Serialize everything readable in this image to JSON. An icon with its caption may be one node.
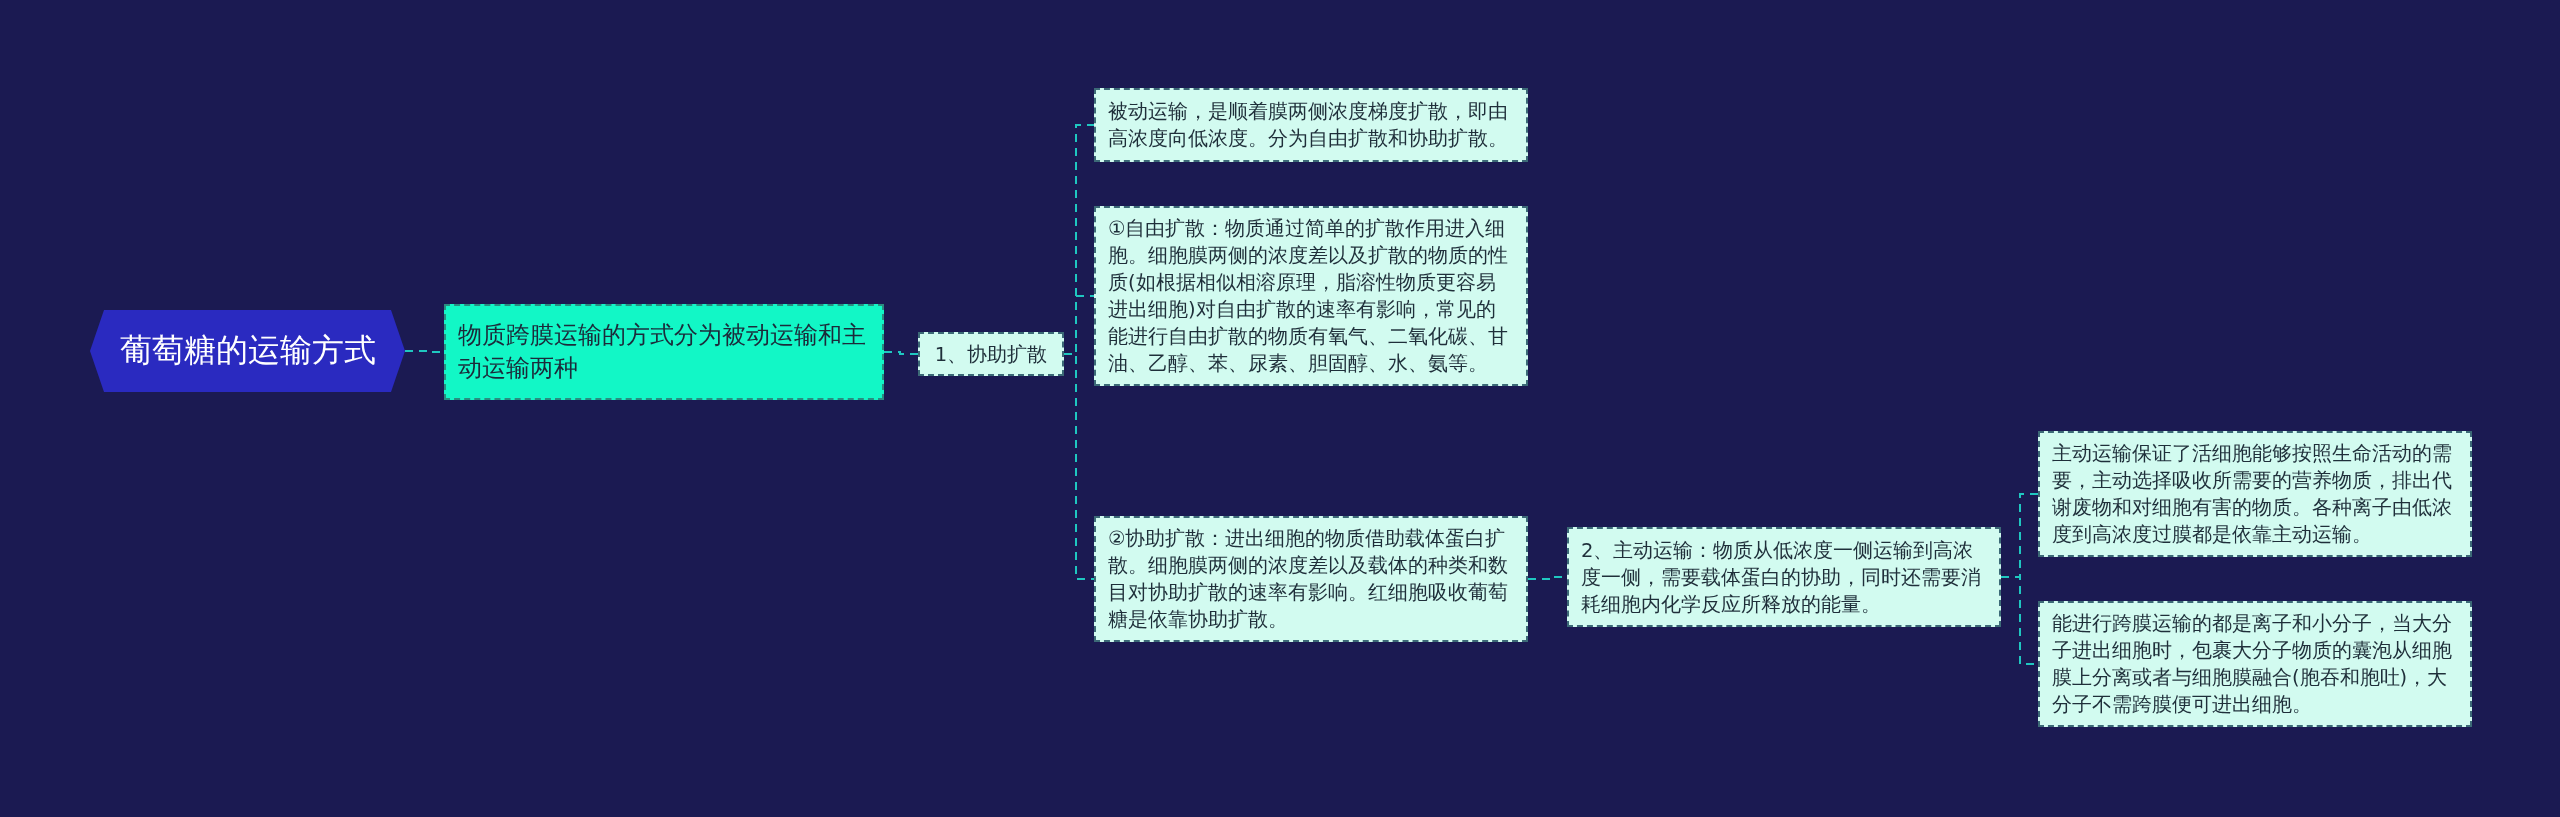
{
  "diagram": {
    "nodes": [
      {
        "text": [
          "葡萄糖的运输方式"
        ]
      },
      {
        "text": [
          "物质跨膜运输的方式分为被动运输和主动运输两种"
        ]
      },
      {
        "text": [
          "1、协助扩散"
        ]
      },
      {
        "text": [
          "被动运输，是顺着膜两侧浓度梯度扩散，即由高浓度向低浓度。分为自由扩散和协助扩散。"
        ]
      },
      {
        "text": [
          "①自由扩散：物质通过简单的扩散作用进入细胞。细胞膜两侧的浓度差以及扩散的物质的性质(如根据相似相溶原理，脂溶性物质更容易进出细胞)对自由扩散的速率有影响，常见的能进行自由扩散的物质有氧气、二氧化碳、甘油、乙醇、苯、尿素、胆固醇、水、氨等。"
        ]
      },
      {
        "text": [
          "②协助扩散：进出细胞的物质借助载体蛋白扩散。细胞膜两侧的浓度差以及载体的种类和数目对协助扩散的速率有影响。红细胞吸收葡萄糖是依靠协助扩散。"
        ]
      },
      {
        "text": [
          "2、主动运输：物质从低浓度一侧运输到高浓度一侧，需要载体蛋白的协助，同时还需要消耗细胞内化学反应所释放的能量。"
        ]
      },
      {
        "text": [
          "主动运输保证了活细胞能够按照生命活动的需要，主动选择吸收所需要的营养物质，排出代谢废物和对细胞有害的物质。各种离子由低浓度到高浓度过膜都是依靠主动运输。"
        ]
      },
      {
        "text": [
          "能进行跨膜运输的都是离子和小分子，当大分子进出细胞时，包裹大分子物质的囊泡从细胞膜上分离或者与细胞膜融合(胞吞和胞吐)，大分子不需跨膜便可进出细胞。"
        ]
      }
    ],
    "edges": [
      {
        "from": 0,
        "to": 1,
        "arrow": "none"
      },
      {
        "from": 1,
        "to": 2,
        "arrow": "none"
      },
      {
        "from": 2,
        "to": 3,
        "arrow": "none"
      },
      {
        "from": 2,
        "to": 4,
        "arrow": "none"
      },
      {
        "from": 2,
        "to": 5,
        "arrow": "none"
      },
      {
        "from": 5,
        "to": 6,
        "arrow": "none"
      },
      {
        "from": 6,
        "to": 7,
        "arrow": "none"
      },
      {
        "from": 6,
        "to": 8,
        "arrow": "none"
      }
    ]
  }
}
